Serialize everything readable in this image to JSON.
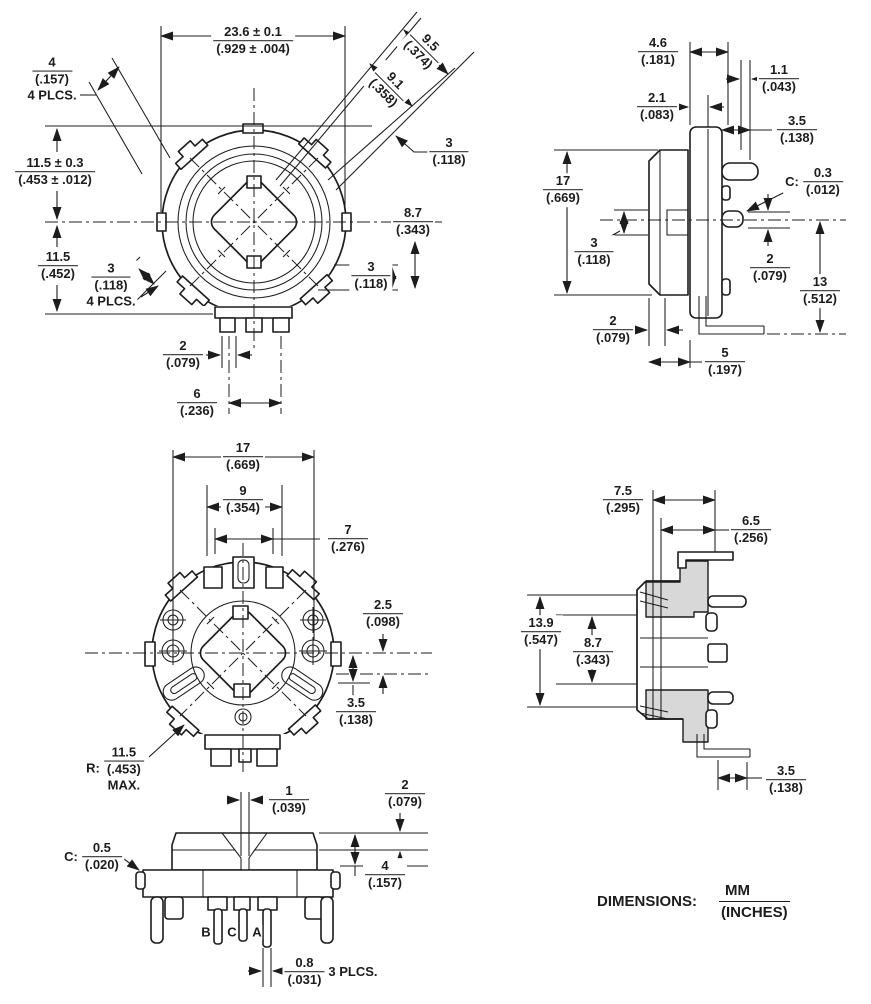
{
  "drawing": {
    "footer": {
      "label": "DIMENSIONS:",
      "mm": "MM",
      "inches": "(INCHES)"
    },
    "pin_labels": {
      "b": "B",
      "c": "C",
      "a": "A"
    },
    "dims": {
      "v1_outer_width": {
        "mm": "23.6 ± 0.1",
        "inch": "(.929 ± .004)"
      },
      "v1_tab_4": {
        "mm": "4",
        "inch": "(.157)",
        "suffix": "4 PLCS."
      },
      "v1_9_5": {
        "mm": "9.5",
        "inch": "(.374)"
      },
      "v1_9_1": {
        "mm": "9.1",
        "inch": "(.358)"
      },
      "v1_3_right_top": {
        "mm": "3",
        "inch": "(.118)"
      },
      "v1_11_5_top": {
        "mm": "11.5 ± 0.3",
        "inch": "(.453 ± .012)"
      },
      "v1_8_7": {
        "mm": "8.7",
        "inch": "(.343)"
      },
      "v1_11_5_bottom": {
        "mm": "11.5",
        "inch": "(.452)"
      },
      "v1_3_left": {
        "mm": "3",
        "inch": "(.118)",
        "suffix": "4 PLCS."
      },
      "v1_3_bottom": {
        "mm": "3",
        "inch": "(.118)"
      },
      "v1_pin_width_2": {
        "mm": "2",
        "inch": "(.079)"
      },
      "v1_pin_span_6": {
        "mm": "6",
        "inch": "(.236)"
      },
      "v2_4_6": {
        "mm": "4.6",
        "inch": "(.181)"
      },
      "v2_1_1": {
        "mm": "1.1",
        "inch": "(.043)"
      },
      "v2_2_1": {
        "mm": "2.1",
        "inch": "(.083)"
      },
      "v2_3_5": {
        "mm": "3.5",
        "inch": "(.138)"
      },
      "v2_chamfer_0_3": {
        "prefix": "C:",
        "mm": "0.3",
        "inch": "(.012)"
      },
      "v2_height_17": {
        "mm": "17",
        "inch": "(.669)"
      },
      "v2_3": {
        "mm": "3",
        "inch": "(.118)"
      },
      "v2_pin_2": {
        "mm": "2",
        "inch": "(.079)"
      },
      "v2_13": {
        "mm": "13",
        "inch": "(.512)"
      },
      "v2_2_bottom": {
        "mm": "2",
        "inch": "(.079)"
      },
      "v2_5": {
        "mm": "5",
        "inch": "(.197)"
      },
      "v3_17": {
        "mm": "17",
        "inch": "(.669)"
      },
      "v3_9": {
        "mm": "9",
        "inch": "(.354)"
      },
      "v3_7": {
        "mm": "7",
        "inch": "(.276)"
      },
      "v3_2_5": {
        "mm": "2.5",
        "inch": "(.098)"
      },
      "v3_3_5": {
        "mm": "3.5",
        "inch": "(.138)"
      },
      "v3_radius_11_5": {
        "prefix": "R:",
        "mm": "11.5",
        "inch": "(.453)",
        "suffix": "MAX."
      },
      "v4_slot_1": {
        "mm": "1",
        "inch": "(.039)"
      },
      "v4_2": {
        "mm": "2",
        "inch": "(.079)"
      },
      "v4_4": {
        "mm": "4",
        "inch": "(.157)"
      },
      "v4_chamfer_0_5": {
        "prefix": "C:",
        "mm": "0.5",
        "inch": "(.020)"
      },
      "v4_pin_0_8": {
        "mm": "0.8",
        "inch": "(.031)",
        "suffix": "3 PLCS."
      },
      "v5_7_5": {
        "mm": "7.5",
        "inch": "(.295)"
      },
      "v5_6_5": {
        "mm": "6.5",
        "inch": "(.256)"
      },
      "v5_13_9": {
        "mm": "13.9",
        "inch": "(.547)"
      },
      "v5_8_7": {
        "mm": "8.7",
        "inch": "(.343)"
      },
      "v5_3_5": {
        "mm": "3.5",
        "inch": "(.138)"
      }
    }
  }
}
